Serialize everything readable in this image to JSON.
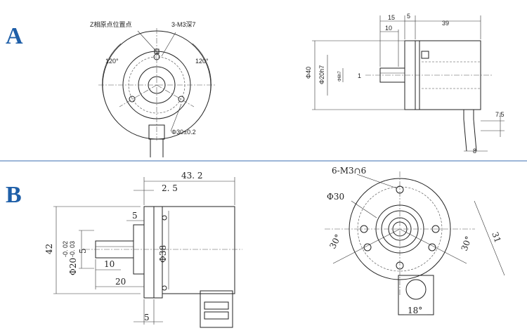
{
  "panels": [
    {
      "letter": "A"
    },
    {
      "letter": "B"
    }
  ],
  "panelA": {
    "front": {
      "z_point_label": "Z相原点位置点",
      "screw_label": "3-M3深7",
      "angle_left": "120°",
      "angle_right": "120°",
      "bolt_circle": "Φ30±0.2"
    },
    "side": {
      "dim_15": "15",
      "dim_5": "5",
      "dim_39": "39",
      "dim_10": "10",
      "dim_phi40": "Φ40",
      "dim_phi20h7": "Φ20h7",
      "dim_phi6h7": "Φ6h7",
      "dim_1": "1",
      "dim_7_5": "7.5",
      "dim_8": "8"
    }
  },
  "panelB": {
    "side": {
      "dim_43_2": "43. 2",
      "dim_2_5": "2. 5",
      "dim_5_top": "5",
      "dim_42": "42",
      "tol_upper": "-0. 02",
      "tol_lower": "-0. 03",
      "dim_5_key": "5",
      "dim_phi20": "Φ20",
      "dim_10": "10",
      "dim_20": "20",
      "dim_phi38": "Φ38",
      "dim_5_bottom": "5"
    },
    "front": {
      "screw_label": "6-M3∩6",
      "dim_phi30": "Φ30",
      "angle_left": "30°",
      "angle_right": "30°",
      "dim_31": "31",
      "dim_18": "18°"
    }
  },
  "colors": {
    "letter": "#1f5fa8",
    "separator": "#3a6db0",
    "ink": "#222222"
  }
}
